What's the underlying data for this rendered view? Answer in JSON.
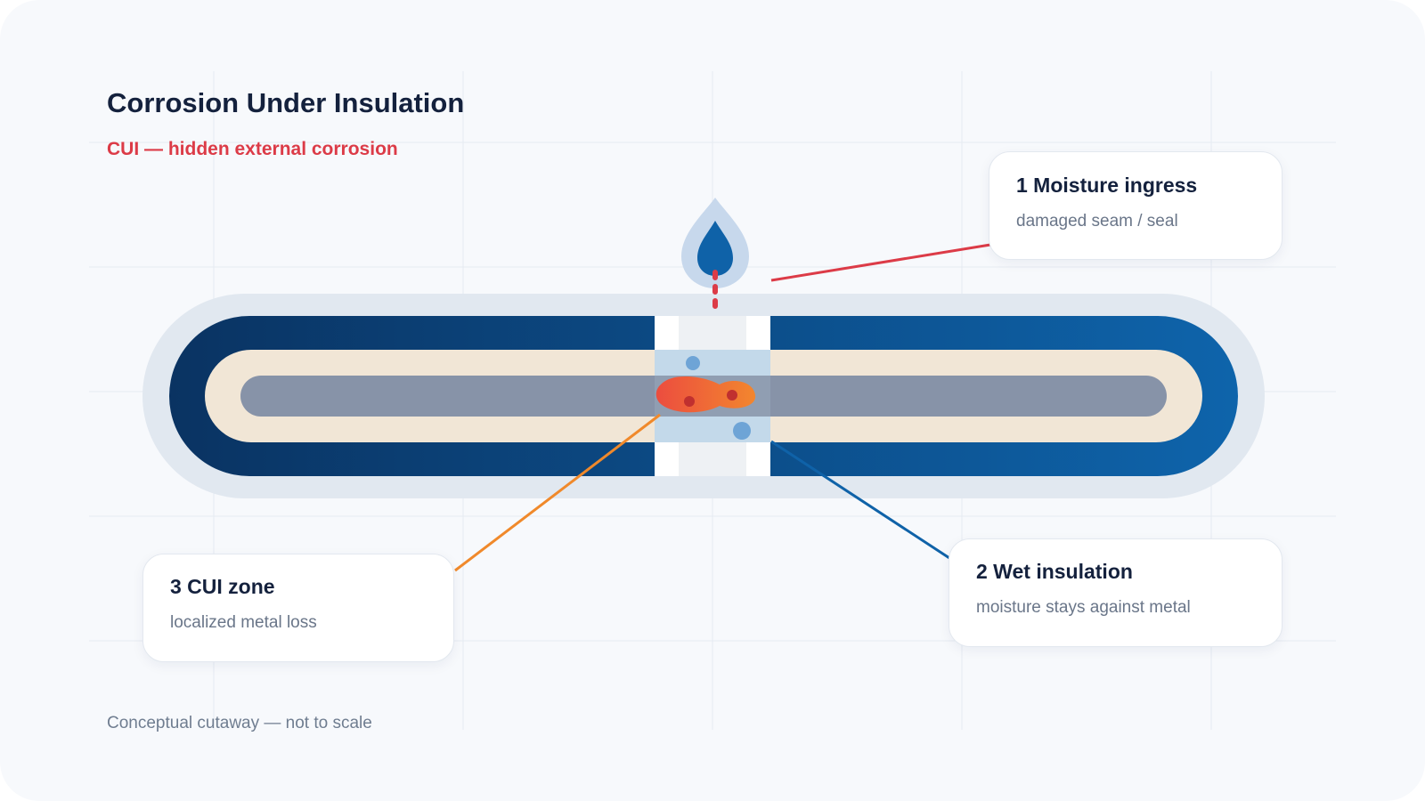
{
  "title": "Corrosion Under Insulation",
  "subtitle": "CUI — hidden external corrosion",
  "footnote": "Conceptual cutaway — not to scale",
  "callouts": [
    {
      "number": "1",
      "heading": "1 Moisture ingress",
      "detail": "damaged seam / seal",
      "color": "#dc3b47"
    },
    {
      "number": "2",
      "heading": "2 Wet insulation",
      "detail": "moisture stays against metal",
      "color": "#0f62a8"
    },
    {
      "number": "3",
      "heading": "3 CUI zone",
      "detail": "localized metal loss",
      "color": "#f0892b"
    }
  ],
  "colors": {
    "jacket_dark": "#0a3362",
    "jacket_light": "#0e64ab",
    "insulation": "#f1e6d6",
    "pipe": "#8793a8",
    "wet_zone": "#c3d9ea",
    "water_drop": "#0f62a8",
    "corrosion": "#f0602e"
  },
  "icons": [
    "water-drop-icon"
  ]
}
